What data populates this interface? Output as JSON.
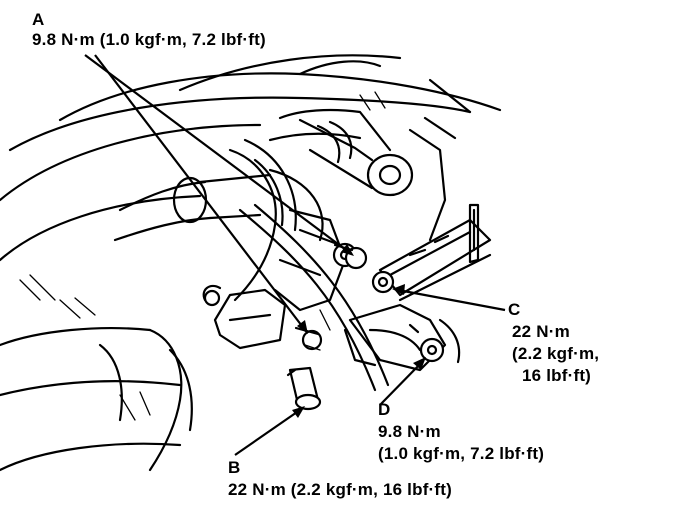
{
  "callouts": {
    "a": {
      "letter": "A",
      "torque": "9.8 N·m (1.0 kgf·m, 7.2 lbf·ft)"
    },
    "b": {
      "letter": "B",
      "torque": "22 N·m (2.2 kgf·m, 16 lbf·ft)"
    },
    "c": {
      "letter": "C",
      "torque_line1": "22 N·m",
      "torque_line2": "(2.2 kgf·m,",
      "torque_line3": "16 lbf·ft)"
    },
    "d": {
      "letter": "D",
      "torque_line1": "9.8 N·m",
      "torque_line2": "(1.0 kgf·m, 7.2 lbf·ft)"
    }
  }
}
